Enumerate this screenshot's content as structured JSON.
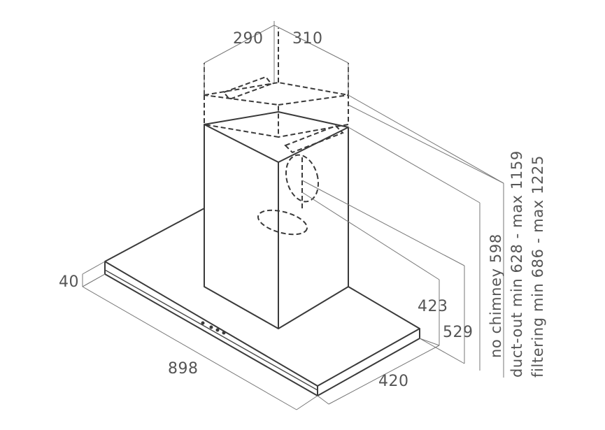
{
  "dimensions": {
    "top_left": "290",
    "top_right": "310",
    "height_left": "40",
    "width": "898",
    "depth": "420",
    "base_height": "423",
    "chimney_height": "529",
    "no_chimney": "no chimney 598",
    "duct_out": "duct-out min 628 - max 1159",
    "filtering": "filtering min 686 - max 1225"
  },
  "colors": {
    "line": "#3a3a3a",
    "text": "#555555",
    "background": "#ffffff"
  }
}
